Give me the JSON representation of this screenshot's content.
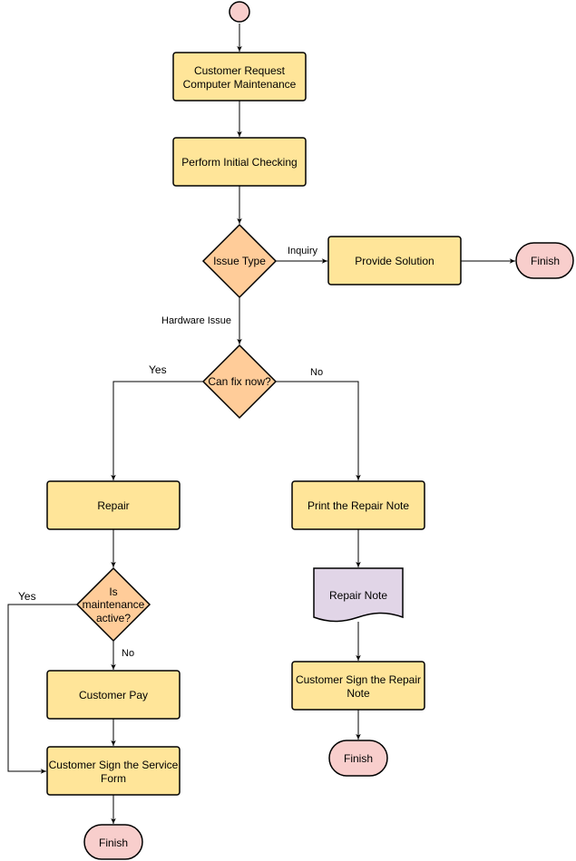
{
  "colors": {
    "process_fill": "#ffe599",
    "decision_fill": "#ffcc99",
    "terminal_fill": "#f8cecc",
    "document_fill": "#e1d5e7",
    "stroke": "#000000"
  },
  "nodes": {
    "request": {
      "line1": "Customer Request",
      "line2": "Computer Maintenance"
    },
    "initial_check": {
      "label": "Perform Initial Checking"
    },
    "issue_type": {
      "label": "Issue Type"
    },
    "provide_solution": {
      "label": "Provide Solution"
    },
    "finish_inquiry": {
      "label": "Finish"
    },
    "can_fix": {
      "label": "Can fix now?"
    },
    "repair": {
      "label": "Repair"
    },
    "maintenance_active": {
      "line1": "Is",
      "line2": "maintenance",
      "line3": "active?"
    },
    "customer_pay": {
      "label": "Customer Pay"
    },
    "sign_service": {
      "line1": "Customer Sign the Service",
      "line2": "Form"
    },
    "finish_service": {
      "label": "Finish"
    },
    "print_repair_note": {
      "label": "Print the Repair Note"
    },
    "repair_note": {
      "label": "Repair Note"
    },
    "sign_repair": {
      "line1": "Customer Sign the Repair",
      "line2": "Note"
    },
    "finish_repair": {
      "label": "Finish"
    }
  },
  "edges": {
    "inquiry": "Inquiry",
    "hardware_issue": "Hardware Issue",
    "fix_yes": "Yes",
    "fix_no": "No",
    "maint_yes": "Yes",
    "maint_no": "No"
  }
}
